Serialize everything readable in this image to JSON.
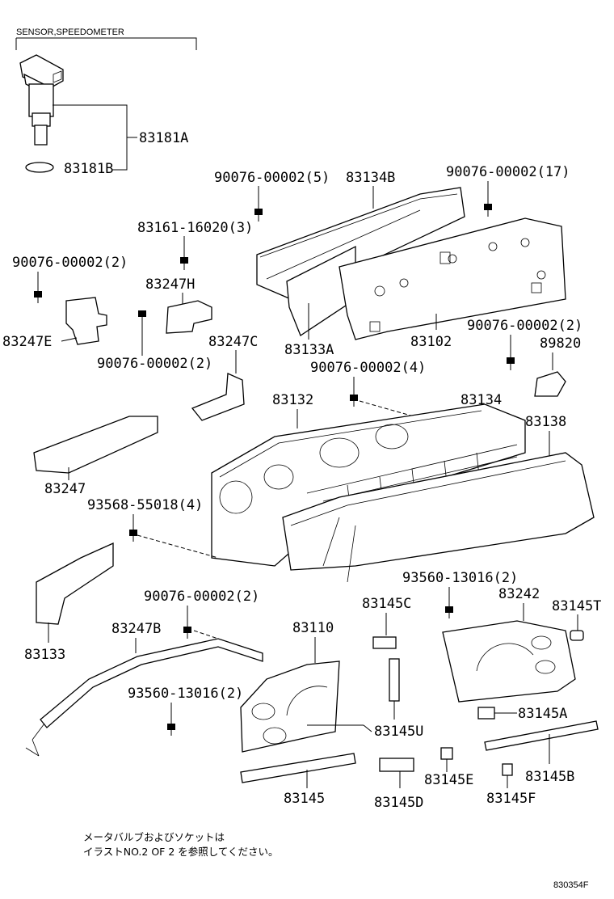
{
  "header": {
    "group_title": "SENSOR,SPEEDOMETER"
  },
  "labels": {
    "p83181A": "83181A",
    "p83181B": "83181B",
    "p90076_5": "90076-00002(5)",
    "p83134B": "83134B",
    "p90076_17": "90076-00002(17)",
    "p83161": "83161-16020(3)",
    "p90076_2a": "90076-00002(2)",
    "p83247H": "83247H",
    "p83247E": "83247E",
    "p90076_2b": "90076-00002(2)",
    "p83247C": "83247C",
    "p83133A": "83133A",
    "p83102": "83102",
    "p90076_2c": "90076-00002(2)",
    "p89820": "89820",
    "p90076_4": "90076-00002(4)",
    "p83132": "83132",
    "p83134": "83134",
    "p83138": "83138",
    "p83247": "83247",
    "p93568": "93568-55018(4)",
    "p93560_a": "93560-13016(2)",
    "p90076_2d": "90076-00002(2)",
    "p83242": "83242",
    "p83145C": "83145C",
    "p83145T": "83145T",
    "p83247B": "83247B",
    "p83110": "83110",
    "p83133": "83133",
    "p93560_b": "93560-13016(2)",
    "p83145A": "83145A",
    "p83145U": "83145U",
    "p83145E": "83145E",
    "p83145B": "83145B",
    "p83145": "83145",
    "p83145D": "83145D",
    "p83145F": "83145F"
  },
  "note": {
    "line1": "メータバルブおよびソケットは",
    "line2": "イラストNO.2 OF 2 を参照してください。"
  },
  "footer": {
    "illustration_id": "830354F"
  }
}
